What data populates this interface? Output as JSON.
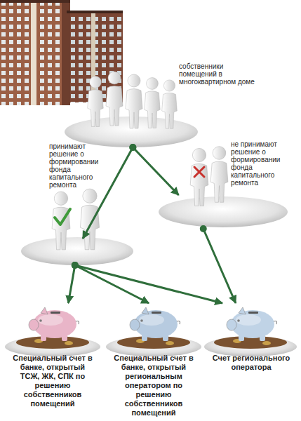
{
  "diagram": {
    "nodes": [
      {
        "text": [
          "собственники помещений в многоквартирном доме"
        ]
      },
      {
        "text": [
          "принимают решение о формировании фонда капитального ремонта"
        ]
      },
      {
        "text": [
          "не принимают решение о формировании фонда капитального ремонта"
        ]
      },
      {
        "text": [
          "Специальный счет в банке, открытый ТСЖ, ЖК, СПК по решению собственников помещений"
        ]
      },
      {
        "text": [
          "Специальный счет в банке, открытый региональным оператором по решению собственников помещений"
        ]
      },
      {
        "text": [
          "Счет регионального оператора"
        ]
      }
    ],
    "edges": [
      {
        "from": 0,
        "to": 1,
        "arrow": "to"
      },
      {
        "from": 0,
        "to": 2,
        "arrow": "to"
      },
      {
        "from": 1,
        "to": 3,
        "arrow": "to"
      },
      {
        "from": 1,
        "to": 4,
        "arrow": "to"
      },
      {
        "from": 1,
        "to": 5,
        "arrow": "to"
      },
      {
        "from": 2,
        "to": 5,
        "arrow": "to"
      }
    ]
  }
}
